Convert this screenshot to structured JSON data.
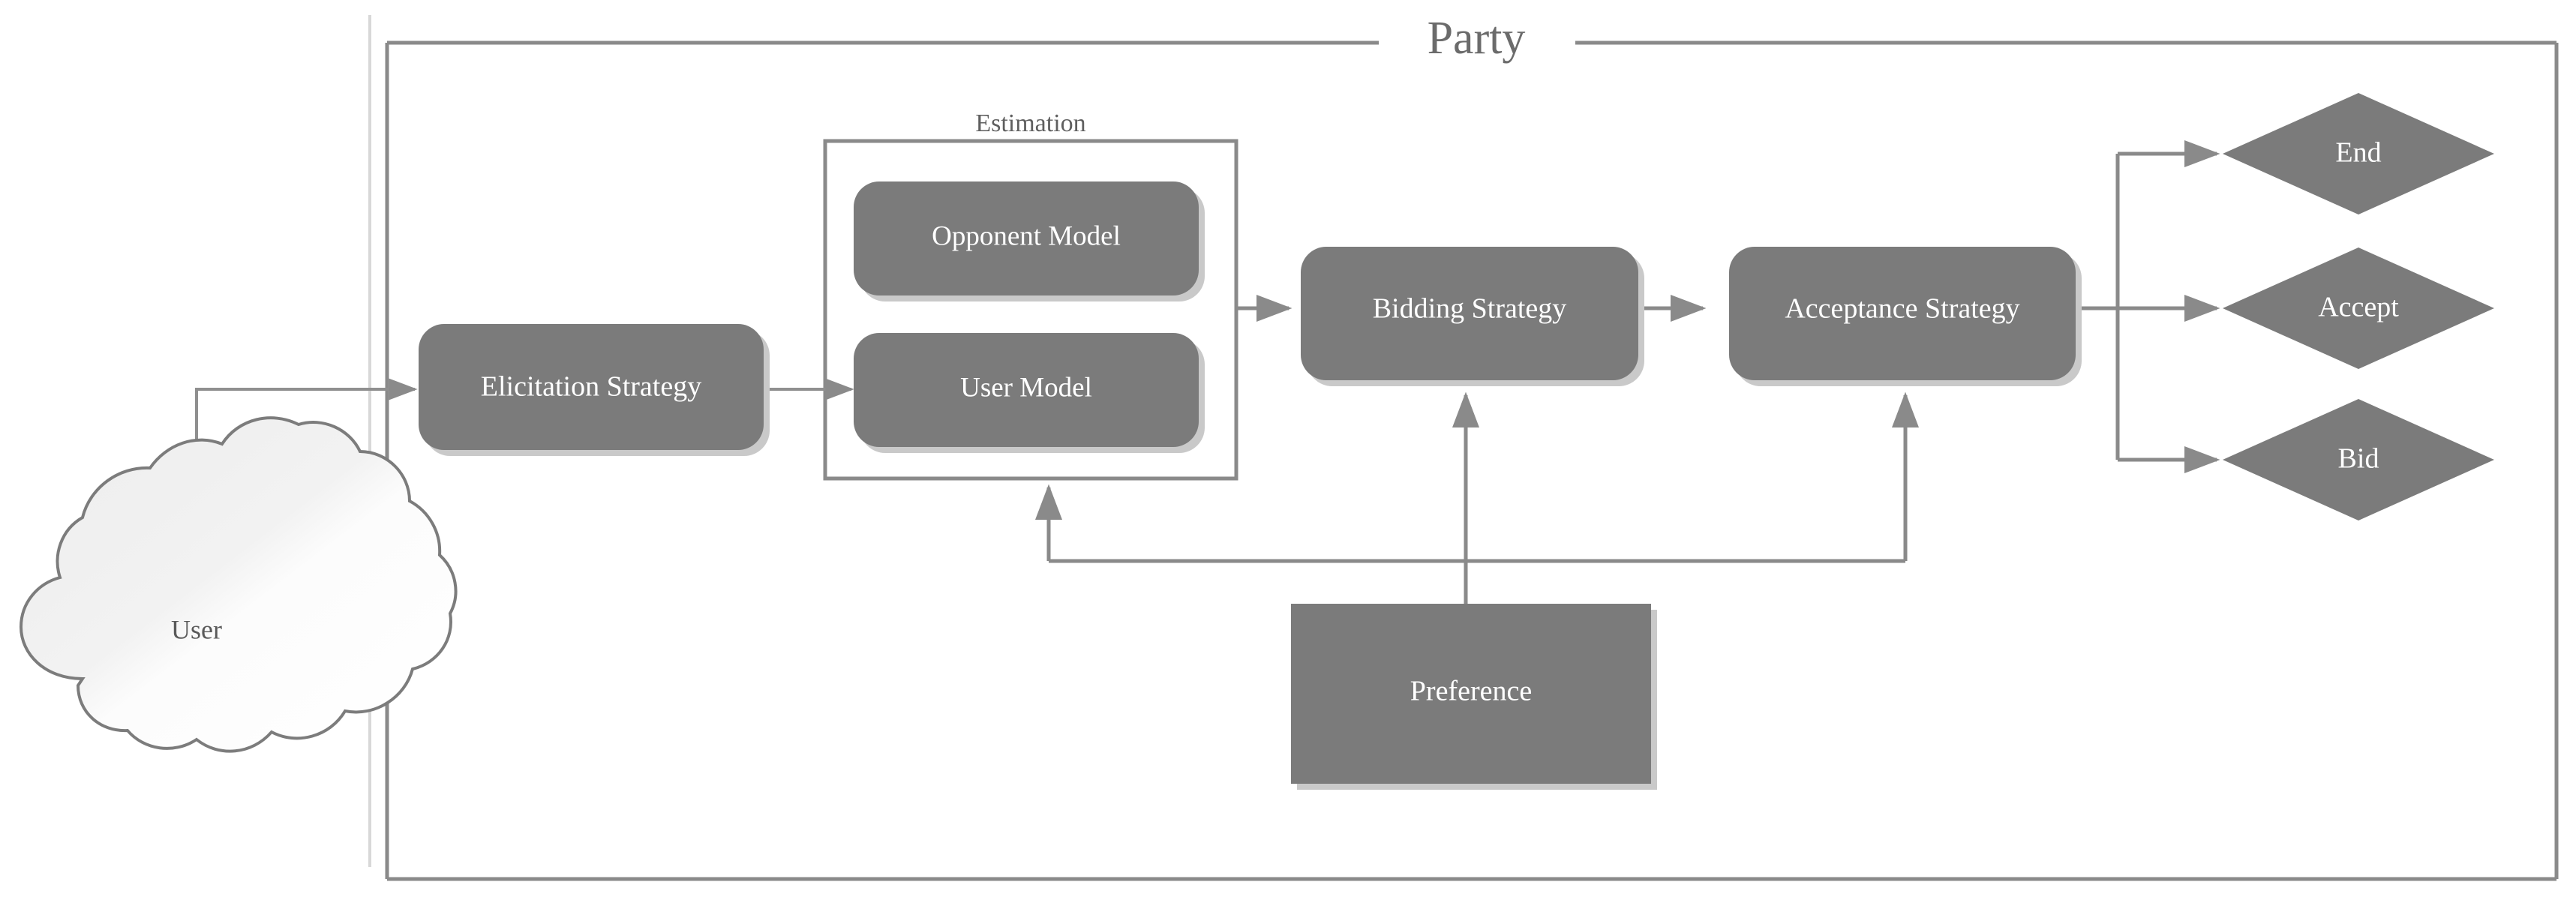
{
  "diagram": {
    "title": "Party",
    "external_actor": {
      "label": "User",
      "shape": "cloud"
    },
    "group": {
      "label": "Estimation"
    },
    "nodes": [
      {
        "id": "elicitation",
        "label": "Elicitation Strategy",
        "shape": "rounded-rect"
      },
      {
        "id": "opponent_model",
        "label": "Opponent Model",
        "shape": "rounded-rect"
      },
      {
        "id": "user_model",
        "label": "User Model",
        "shape": "rounded-rect"
      },
      {
        "id": "bidding",
        "label": "Bidding Strategy",
        "shape": "rounded-rect"
      },
      {
        "id": "acceptance",
        "label": "Acceptance Strategy",
        "shape": "rounded-rect"
      },
      {
        "id": "preference",
        "label": "Preference",
        "shape": "rect"
      }
    ],
    "outcomes": [
      {
        "id": "end",
        "label": "End",
        "shape": "diamond"
      },
      {
        "id": "accept",
        "label": "Accept",
        "shape": "diamond"
      },
      {
        "id": "bid",
        "label": "Bid",
        "shape": "diamond"
      }
    ],
    "edges": [
      {
        "from": "user",
        "to": "elicitation"
      },
      {
        "from": "elicitation",
        "to": "user_model"
      },
      {
        "from": "estimation",
        "to": "bidding"
      },
      {
        "from": "bidding",
        "to": "acceptance"
      },
      {
        "from": "acceptance",
        "to": "end"
      },
      {
        "from": "acceptance",
        "to": "accept"
      },
      {
        "from": "acceptance",
        "to": "bid"
      },
      {
        "from": "preference",
        "to": "bidding"
      },
      {
        "from": "preference",
        "to": "acceptance"
      },
      {
        "from": "preference",
        "to": "estimation"
      }
    ],
    "colors": {
      "node_fill": "#7b7b7b",
      "node_text": "#ffffff",
      "edge": "#8a8a8a",
      "frame": "#8a8a8a",
      "title_text": "#6b6b6b",
      "group_text": "#5f5f5f",
      "background": "#ffffff"
    }
  }
}
